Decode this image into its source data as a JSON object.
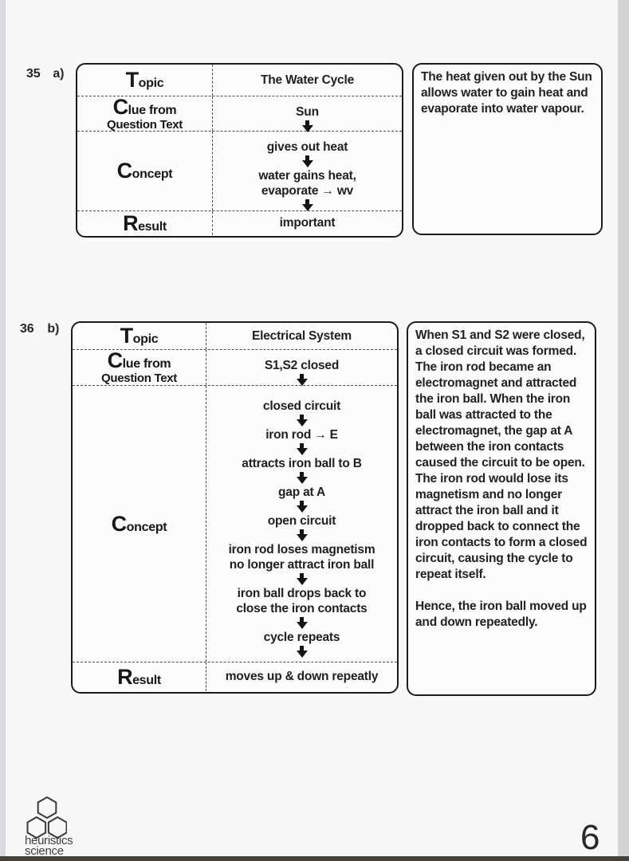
{
  "page": {
    "number_label": "6",
    "logo": {
      "line1": "heuristics",
      "line2": "science"
    }
  },
  "colors": {
    "ink": "#1f1f1f",
    "page_background": "#f8f8f8",
    "left_edge": "#d9d9de",
    "right_edge": "#d2d3d7",
    "bottom_bar": "#48413a"
  },
  "sections": [
    {
      "number": "35",
      "letter": "a)",
      "table": {
        "rows": {
          "topic": {
            "big": "T",
            "rest": "opic",
            "value": "The Water Cycle"
          },
          "clue": {
            "big": "C",
            "rest": "lue from",
            "line2": "Question Text",
            "value": "Sun"
          },
          "concept": {
            "big": "C",
            "rest": "oncept"
          },
          "result": {
            "big": "R",
            "rest": "esult",
            "value": "important"
          }
        },
        "concept_flow": [
          {
            "l1": "gives out heat"
          },
          {
            "l1": "water gains heat,",
            "l2": "evaporate → wv"
          }
        ]
      },
      "explanation": [
        "The heat given out by the Sun allows water to gain heat and evaporate into water vapour."
      ]
    },
    {
      "number": "36",
      "letter": "b)",
      "table": {
        "rows": {
          "topic": {
            "big": "T",
            "rest": "opic",
            "value": "Electrical System"
          },
          "clue": {
            "big": "C",
            "rest": "lue from",
            "line2": "Question Text",
            "value": "S1,S2 closed"
          },
          "concept": {
            "big": "C",
            "rest": "oncept"
          },
          "result": {
            "big": "R",
            "rest": "esult",
            "value": "moves up & down repeatly"
          }
        },
        "concept_flow": [
          {
            "l1": "closed circuit"
          },
          {
            "l1": "iron rod → E"
          },
          {
            "l1": "attracts iron ball to B"
          },
          {
            "l1": "gap at A"
          },
          {
            "l1": "open circuit"
          },
          {
            "l1": "iron rod loses magnetism",
            "l2": "no longer attract iron ball"
          },
          {
            "l1": "iron ball drops back to",
            "l2": "close the iron contacts"
          },
          {
            "l1": "cycle repeats"
          }
        ]
      },
      "explanation": [
        "When S1 and S2 were closed, a closed circuit was formed. The iron rod became an electromagnet and attracted the iron ball. When the iron ball was attracted to the electromagnet, the gap at A between the iron contacts caused the circuit to be open. The iron rod would lose its magnetism and no longer attract the iron ball and it dropped back to connect the iron contacts to form a closed circuit, causing the cycle to repeat itself.",
        "Hence, the iron ball moved up and down repeatedly."
      ]
    }
  ]
}
